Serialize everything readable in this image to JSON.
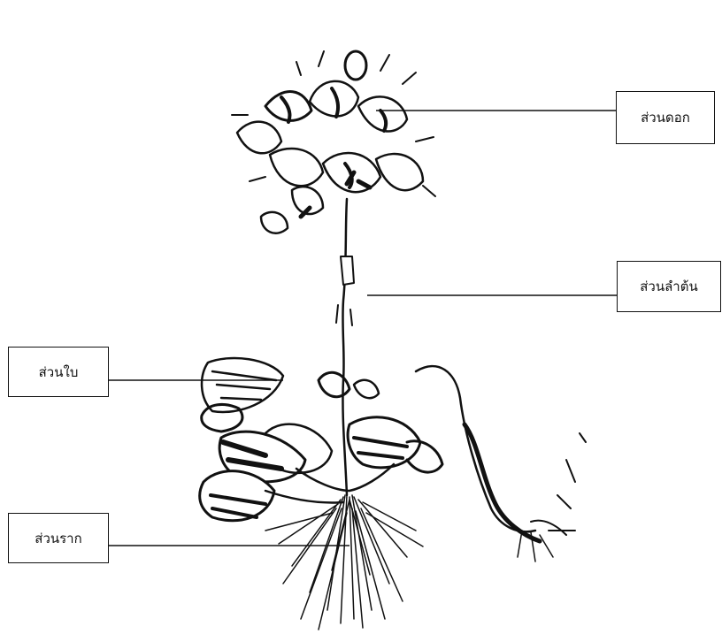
{
  "labels": {
    "flower": "ส่วนดอก",
    "stem": "ส่วนลำต้น",
    "leaf": "ส่วนใบ",
    "root": "ส่วนราก"
  },
  "colors": {
    "ink": "#111111",
    "background": "#ffffff"
  }
}
